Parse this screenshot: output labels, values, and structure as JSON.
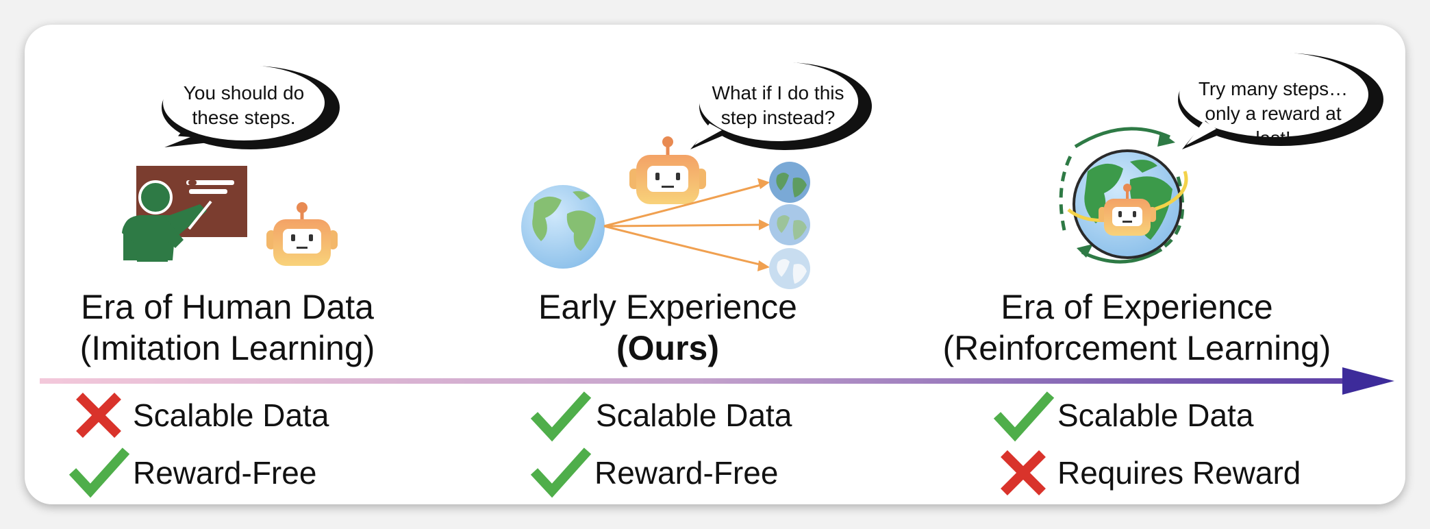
{
  "panels": [
    {
      "id": "human-data",
      "bubble": [
        "You should do",
        "these steps."
      ],
      "title": [
        "Era of Human Data",
        "(Imitation Learning)"
      ],
      "features": [
        {
          "label": "Scalable Data",
          "status": "cross"
        },
        {
          "label": "Reward-Free",
          "status": "check"
        }
      ]
    },
    {
      "id": "early-experience",
      "bubble": [
        "What if I do this",
        "step instead?"
      ],
      "title": [
        "Early Experience",
        "(Ours)"
      ],
      "features": [
        {
          "label": "Scalable Data",
          "status": "check"
        },
        {
          "label": "Reward-Free",
          "status": "check"
        }
      ]
    },
    {
      "id": "experience",
      "bubble": [
        "Try many steps…",
        "only a reward at",
        "last!"
      ],
      "title": [
        "Era of Experience",
        "(Reinforcement Learning)"
      ],
      "features": [
        {
          "label": "Scalable Data",
          "status": "check"
        },
        {
          "label": "Requires Reward",
          "status": "cross"
        }
      ]
    }
  ],
  "colors": {
    "check": "#4fae4a",
    "cross": "#d9332b",
    "arrow_start": "#f1c6d8",
    "arrow_end": "#3d2b9a",
    "teacher": "#2e7a45",
    "board": "#7b3d2f",
    "robot": "#f2a860",
    "orange_arrow": "#f0a050"
  },
  "icons": [
    "teacher-icon",
    "chalkboard-icon",
    "robot-icon",
    "globe-icon",
    "cycle-arrow-icon"
  ]
}
